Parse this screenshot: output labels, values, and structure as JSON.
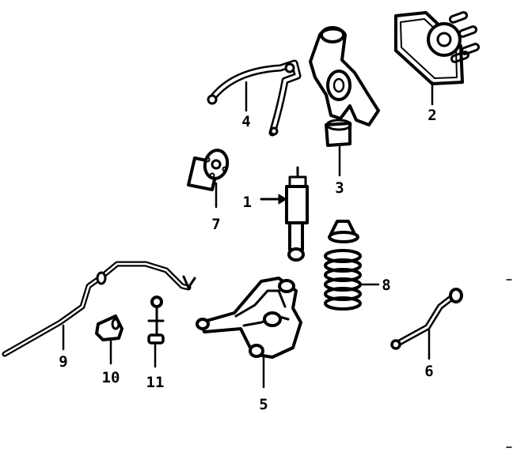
{
  "diagram": {
    "callouts": [
      {
        "id": "1",
        "text": "1"
      },
      {
        "id": "2",
        "text": "2"
      },
      {
        "id": "3",
        "text": "3"
      },
      {
        "id": "4",
        "text": "4"
      },
      {
        "id": "5",
        "text": "5"
      },
      {
        "id": "6",
        "text": "6"
      },
      {
        "id": "7",
        "text": "7"
      },
      {
        "id": "8",
        "text": "8"
      },
      {
        "id": "9",
        "text": "9"
      },
      {
        "id": "10",
        "text": "10"
      },
      {
        "id": "11",
        "text": "11"
      }
    ],
    "colors": {
      "ink": "#000000",
      "background": "#ffffff"
    }
  }
}
